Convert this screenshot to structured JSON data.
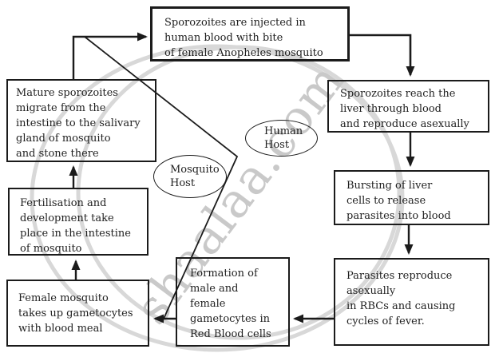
{
  "diagram": {
    "subject": "Life cycle of malaria parasite flowchart",
    "boxes": [
      {
        "id": "sporozoites-injected",
        "text": "Sporozoites are injected in\nhuman blood with bite\nof female Anopheles mosquito"
      },
      {
        "id": "sporozoites-reach-liver",
        "text": "Sporozoites reach the\nliver through blood\nand reproduce asexually"
      },
      {
        "id": "liver-cells-burst",
        "text": "Bursting of liver\ncells to release\nparasites into blood"
      },
      {
        "id": "parasites-reproduce-rbc",
        "text": "Parasites reproduce\nasexually\nin RBCs and causing\ncycles of fever."
      },
      {
        "id": "gametocyte-formation",
        "text": "Formation of\nmale and\nfemale\ngametocytes in\nRed Blood cells"
      },
      {
        "id": "mosquito-takes-gametocytes",
        "text": "Female mosquito\ntakes up gametocytes\nwith blood meal"
      },
      {
        "id": "fertilisation-development",
        "text": "Fertilisation and\ndevelopment take\nplace in the intestine\nof mosquito"
      },
      {
        "id": "mature-sporozoites-migrate",
        "text": "Mature sporozoites\nmigrate from the\nintestine to the salivary\ngland of mosquito\nand stone there"
      }
    ],
    "host_labels": [
      {
        "id": "mosquito-host",
        "text": "Mosquito\nHost"
      },
      {
        "id": "human-host",
        "text": "Human\nHost"
      }
    ],
    "watermark": {
      "text": "shaalaa.com"
    },
    "colors": {
      "line": "#1b1b1b",
      "text": "#1f1f1f",
      "watermark_text": "#c9c9c9",
      "watermark_arc": "#d8d8d8",
      "background": "#ffffff"
    }
  }
}
